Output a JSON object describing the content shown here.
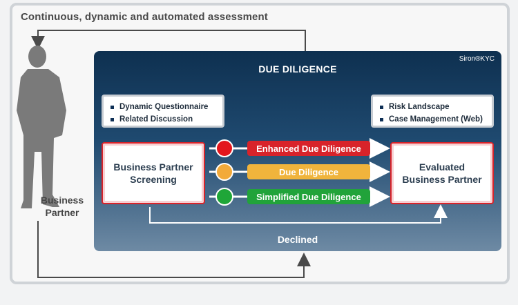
{
  "title": "Continuous, dynamic and automated assessment",
  "panel": {
    "title": "DUE DILIGENCE",
    "brand": "Siron®KYC"
  },
  "left_info": [
    "Dynamic Questionnaire",
    "Related Discussion"
  ],
  "right_info": [
    "Risk Landscape",
    "Case Management (Web)"
  ],
  "screening_box": [
    "Business Partner",
    "Screening"
  ],
  "evaluated_box": [
    "Evaluated",
    "Business Partner"
  ],
  "paths": [
    {
      "label": "Enhanced Due Diligence",
      "color": "#d8232a",
      "dot_color": "#e3161d"
    },
    {
      "label": "Due Diligence",
      "color": "#f0b43c",
      "dot_color": "#f2aa3a"
    },
    {
      "label": "Simplified Due Diligence",
      "color": "#21a33a",
      "dot_color": "#1fa638"
    }
  ],
  "declined": "Declined",
  "person": {
    "label": [
      "Business",
      "Partner"
    ],
    "icon": "person-silhouette-icon"
  }
}
